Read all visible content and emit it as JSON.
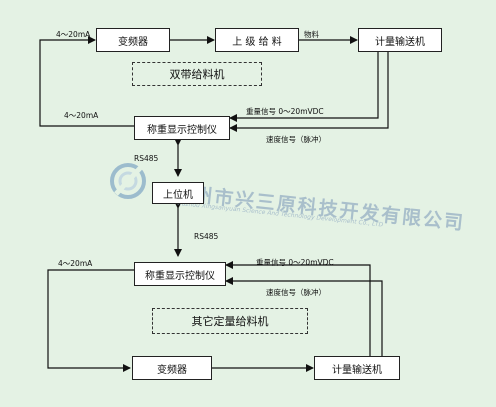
{
  "boxes": {
    "inverter_top": "变频器",
    "feeder_top": "上 级 给 料",
    "belt_scale_top": "计量输送机",
    "controller_top": "称重显示控制仪",
    "host_pc": "上位机",
    "controller_bottom": "称重显示控制仪",
    "inverter_bottom": "变频器",
    "belt_scale_bottom": "计量输送机"
  },
  "groups": {
    "top": "双带给料机",
    "bottom": "其它定量给料机"
  },
  "labels": {
    "current_top_left": "4～20mA",
    "material": "物料",
    "current_top_ctrl": "4～20mA",
    "weight_signal_top": "重量信号 0～20mVDC",
    "speed_signal_top": "速度信号（脉冲）",
    "rs485_top": "RS485",
    "rs485_bottom": "RS485",
    "current_bottom": "4～20mA",
    "weight_signal_bottom": "重量信号 0～20mVDC",
    "speed_signal_bottom": "速度信号（脉冲）"
  },
  "watermark": {
    "company_cn": "徐州市兴三原科技开发有限公司",
    "company_en": "Xuzhou Xingsanyuan Science And Technology Development Co., LTD"
  },
  "colors": {
    "background": "#e4f2e4",
    "line": "#111111",
    "watermark": "#9bb3c6"
  }
}
